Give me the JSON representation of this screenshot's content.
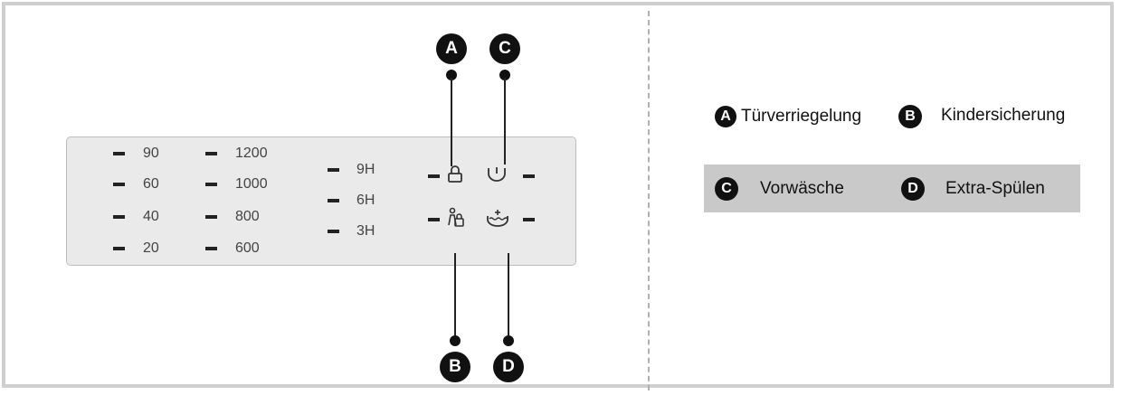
{
  "temperatures": [
    "90",
    "60",
    "40",
    "20"
  ],
  "spin_speeds": [
    "1200",
    "1000",
    "800",
    "600"
  ],
  "delay_hours": [
    "9H",
    "6H",
    "3H"
  ],
  "callouts": {
    "a": "A",
    "b": "B",
    "c": "C",
    "d": "D"
  },
  "icons": {
    "a": "door-lock-icon",
    "b": "child-lock-icon",
    "c": "prewash-icon",
    "d": "extra-rinse-icon"
  },
  "legend": {
    "a_letter": "A",
    "a_text": "Türverriegelung",
    "b_letter": "B",
    "b_text": "Kindersicherung",
    "c_letter": "C",
    "c_text": "Vorwäsche",
    "d_letter": "D",
    "d_text": "Extra-Spülen"
  },
  "colors": {
    "panel": "#eaeaea",
    "band": "#c9c9c9",
    "ink": "#111111",
    "frame": "#cfcfcf"
  }
}
